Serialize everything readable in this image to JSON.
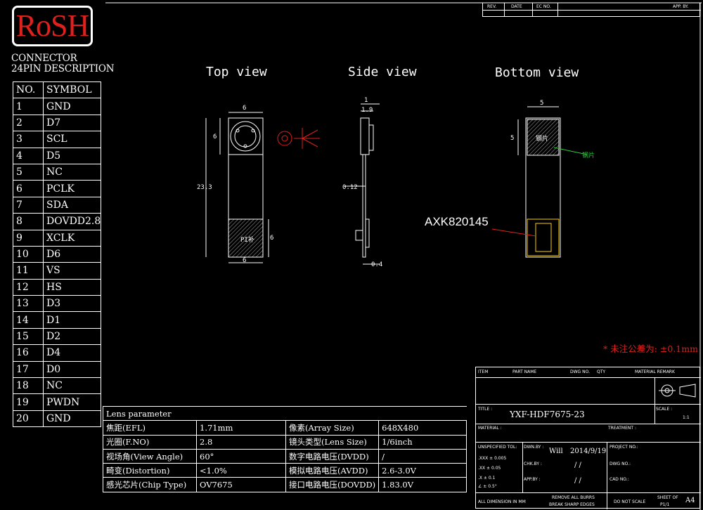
{
  "logo": "RoSH",
  "connector": {
    "line1": "CONNECTOR",
    "line2": "24PIN DESCRIPTION"
  },
  "pin_table": {
    "headers": [
      "NO.",
      "SYMBOL"
    ],
    "rows": [
      [
        "1",
        "GND"
      ],
      [
        "2",
        "D7"
      ],
      [
        "3",
        "SCL"
      ],
      [
        "4",
        "D5"
      ],
      [
        "5",
        "NC"
      ],
      [
        "6",
        "PCLK"
      ],
      [
        "7",
        "SDA"
      ],
      [
        "8",
        "DOVDD2.8"
      ],
      [
        "9",
        "XCLK"
      ],
      [
        "10",
        "D6"
      ],
      [
        "11",
        "VS"
      ],
      [
        "12",
        "HS"
      ],
      [
        "13",
        "D3"
      ],
      [
        "14",
        "D1"
      ],
      [
        "15",
        "D2"
      ],
      [
        "16",
        "D4"
      ],
      [
        "17",
        "D0"
      ],
      [
        "18",
        "NC"
      ],
      [
        "19",
        "PWDN"
      ],
      [
        "20",
        "GND"
      ]
    ]
  },
  "views": {
    "top": "Top view",
    "side": "Side view",
    "bottom": "Bottom view"
  },
  "dimensions": {
    "top_width": "6",
    "top_lens_h": "6",
    "top_length": "23.3",
    "top_stiffener_h": "6",
    "top_bottom_width": "6",
    "pi_label": "PI补",
    "side_1": "1",
    "side_19": "1.9",
    "side_012": "0.12",
    "side_04": "0.4",
    "bottom_width": "5",
    "bottom_lens_h": "5",
    "bottom_label": "钢片",
    "bottom_arrow": "钢片"
  },
  "part_label": "AXK820145",
  "tolerance_note": "* 未注公差为: ±0.1mm",
  "lens_params": {
    "title": "Lens parameter",
    "rows": [
      [
        "焦距(EFL)",
        "1.71mm",
        "像素(Array Size)",
        "648X480"
      ],
      [
        "光圈(F.NO)",
        "2.8",
        "镜头类型(Lens Size)",
        "1/6inch"
      ],
      [
        "视场角(View Angle)",
        "60°",
        "数字电路电压(DVDD)",
        "/"
      ],
      [
        "畸变(Distortion)",
        "<1.0%",
        "模拟电路电压(AVDD)",
        "2.6-3.0V"
      ],
      [
        "感光芯片(Chip Type)",
        "OV7675",
        "接口电路电压(DOVDD)",
        "1.83.0V"
      ]
    ]
  },
  "revision_block": {
    "rev": "REV.",
    "date": "DATE",
    "ec_no": "EC NO.",
    "app_by": "APP. BY."
  },
  "title_block": {
    "item": "ITEM",
    "part_name": "PART NAME",
    "dwg_no": "DWG NO.",
    "qty": "QTY",
    "material_remark": "MATERIAL REMARK",
    "title_label": "TITLE :",
    "title": "YXF-HDF7675-23",
    "scale_label": "SCALE :",
    "scale": "1:1",
    "material": "MATERIAL :",
    "treatment": "TREATMENT :",
    "unspecified_tol": "UNSPECIFIED TOL:",
    "dwn_by": "DWN.BY :",
    "drawer": "Will",
    "date": "2014/9/19",
    "chk_by": "CHK.BY :",
    "app_by": "APP.BY :",
    "slash": "/    /",
    "project_no": "PROJECT NO.:",
    "dwg_no2": "DWG NO.:",
    "cad_no": "CAD NO.:",
    "tol1": ".XXX ±  0.005",
    "tol2": ".XX  ±  0.05",
    "tol3": ".X   ±  0.1",
    "tol4": "∠   ±  0.5°",
    "dimension_unit": "ALL DIMENSION IN MM",
    "remove_burrs": "REMOVE ALL BURRS",
    "break_edges": "BREAK SHARP EDGES",
    "do_not_scale": "DO NOT SCALE",
    "sheet_of": "SHEET OF",
    "sheet": "P1/1",
    "size": "A4"
  }
}
